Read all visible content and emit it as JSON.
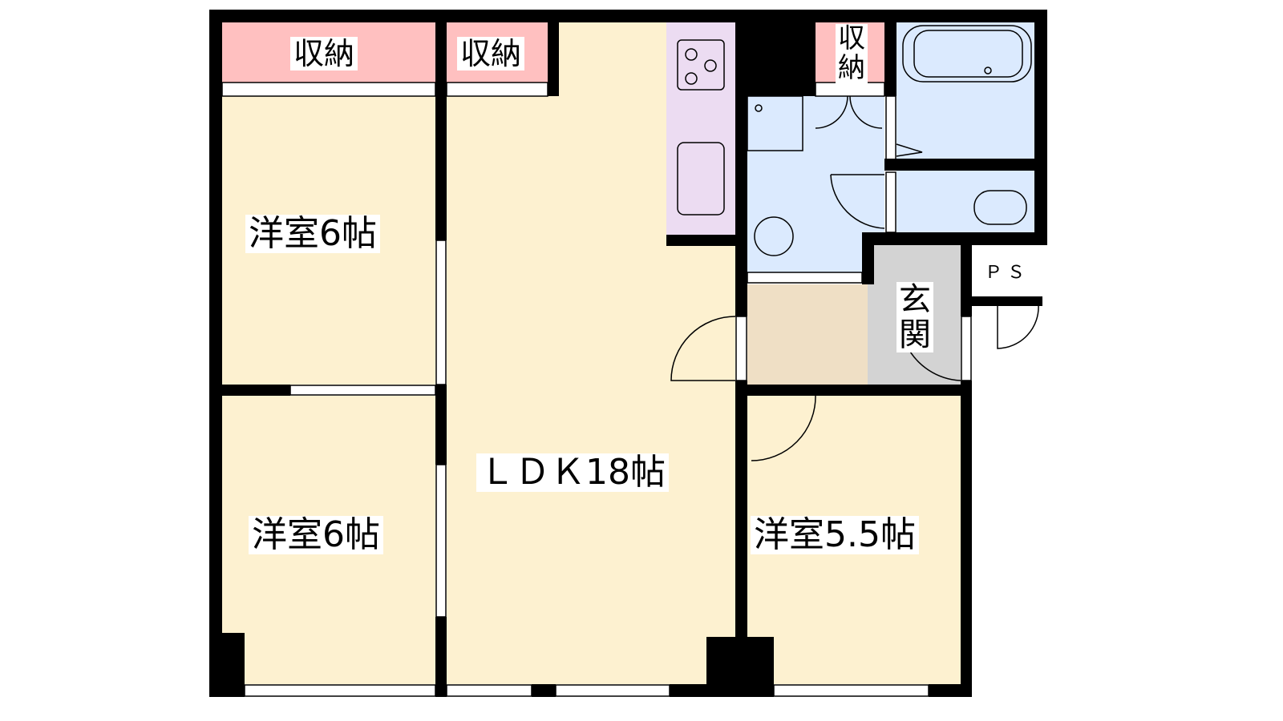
{
  "floor_plan": {
    "rooms": {
      "bedroom_top": "洋室6帖",
      "bedroom_bottom": "洋室6帖",
      "ldk": "ＬＤＫ18帖",
      "bedroom_right": "洋室5.5帖",
      "entrance": "玄関",
      "ps": "ＰＳ"
    },
    "storage": {
      "bedroom_top": "収納",
      "ldk": "収納",
      "hall": "収納"
    }
  },
  "colors": {
    "room": "#fdf1d0",
    "storage": "#ffc0c0",
    "kitchen": "#ecdcf2",
    "wet": "#dbeafe",
    "hall": "#efdfc5",
    "entrance": "#d3d3d3",
    "wall": "#000000"
  }
}
